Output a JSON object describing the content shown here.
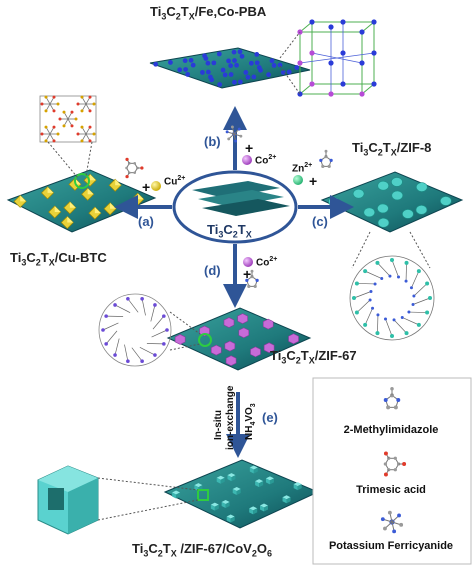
{
  "products": {
    "pba": {
      "pre": "Ti",
      "s1": "3",
      "mid": "C",
      "s2": "2",
      "mid2": "T",
      "s3": "X",
      "post": "/Fe,Co-PBA"
    },
    "btc": {
      "pre": "Ti",
      "s1": "3",
      "mid": "C",
      "s2": "2",
      "mid2": "T",
      "s3": "X",
      "post": "/Cu-BTC"
    },
    "zif8": {
      "pre": "Ti",
      "s1": "3",
      "mid": "C",
      "s2": "2",
      "mid2": "T",
      "s3": "X",
      "post": "/ZIF-8"
    },
    "zif67": {
      "pre": "Ti",
      "s1": "3",
      "mid": "C",
      "s2": "2",
      "mid2": "T",
      "s3": "X",
      "post": "/ZIF-67"
    },
    "cov": {
      "pre": "Ti",
      "s1": "3",
      "mid": "C",
      "s2": "2",
      "mid2": "T",
      "s3": "X",
      "post": " /ZIF-67/CoV",
      "s4": "2",
      "post2": "O",
      "s5": "6"
    }
  },
  "center": {
    "pre": "Ti",
    "s1": "3",
    "mid": "C",
    "s2": "2",
    "mid2": "T",
    "s3": "X"
  },
  "steps": {
    "a": "(a)",
    "b": "(b)",
    "c": "(c)",
    "d": "(d)",
    "e": "(e)"
  },
  "ions": {
    "cu": {
      "base": "Cu",
      "charge": "2+"
    },
    "co_b": {
      "base": "Co",
      "charge": "2+"
    },
    "zn": {
      "base": "Zn",
      "charge": "2+"
    },
    "co_d": {
      "base": "Co",
      "charge": "2+"
    }
  },
  "plus_sign": "+",
  "step_e_labels": {
    "line1": "In-situ",
    "line2": "ion-exchange",
    "reagent_pre": "NH",
    "reagent_s1": "4",
    "reagent_mid": "VO",
    "reagent_s2": "3"
  },
  "legend": {
    "items": [
      {
        "label": "2-Methylimidazole"
      },
      {
        "label": "Trimesic acid"
      },
      {
        "label": "Potassium Ferricyanide"
      }
    ]
  },
  "colors": {
    "substrate_top": "#2e8b8b",
    "substrate_dark": "#0f4f56",
    "arrow": "#2f5597",
    "cobalt": "#c86bd8",
    "cube_cyan": "#4fd0c7",
    "cu_yellow": "#e8d23a",
    "pba_blue": "#2a3bd8",
    "ellipse": "#2f5597"
  }
}
